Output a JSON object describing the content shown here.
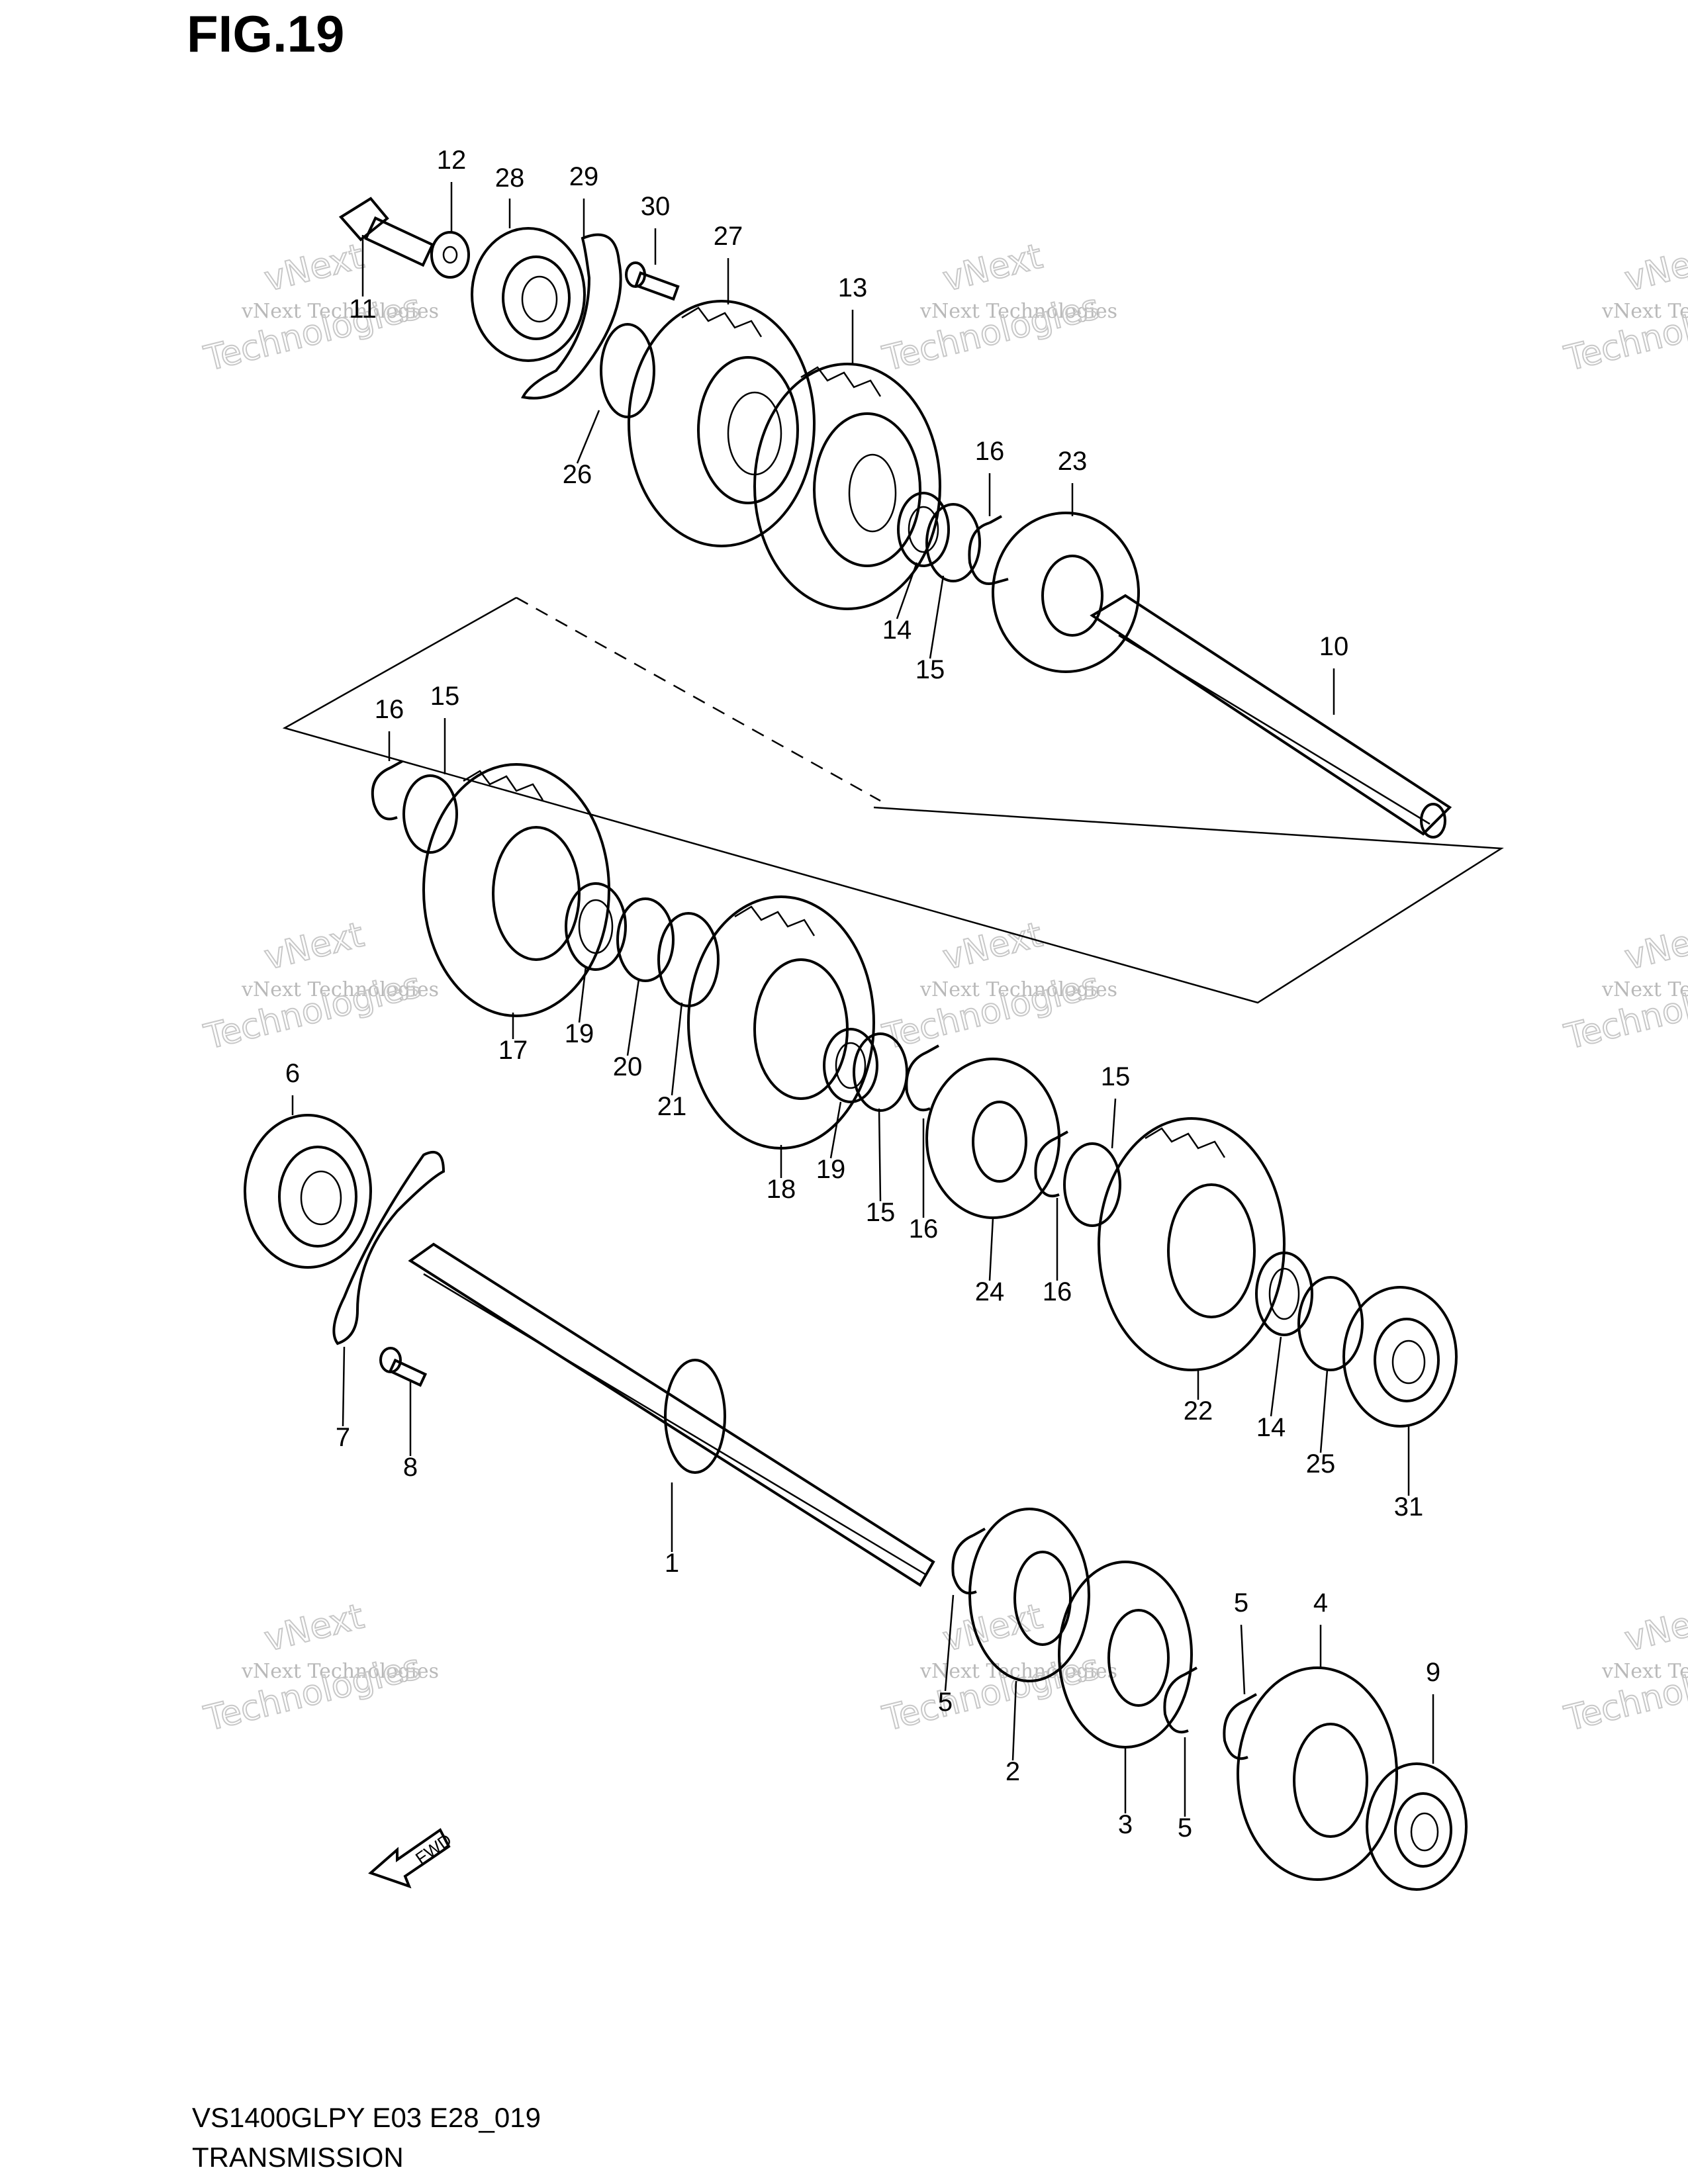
{
  "figure": {
    "title": "FIG.19",
    "model_code": "VS1400GLPY E03 E28_019",
    "section": "TRANSMISSION"
  },
  "fwd_label": "FWD",
  "watermark": {
    "line1": "vNext Technologies",
    "line2": "Technologies",
    "corner": "vNext"
  },
  "callouts": [
    {
      "id": "11"
    },
    {
      "id": "12"
    },
    {
      "id": "28"
    },
    {
      "id": "29"
    },
    {
      "id": "30"
    },
    {
      "id": "26"
    },
    {
      "id": "27"
    },
    {
      "id": "13"
    },
    {
      "id": "14"
    },
    {
      "id": "15"
    },
    {
      "id": "16"
    },
    {
      "id": "23"
    },
    {
      "id": "10"
    },
    {
      "id": "16"
    },
    {
      "id": "15"
    },
    {
      "id": "17"
    },
    {
      "id": "19"
    },
    {
      "id": "20"
    },
    {
      "id": "21"
    },
    {
      "id": "18"
    },
    {
      "id": "19"
    },
    {
      "id": "15"
    },
    {
      "id": "16"
    },
    {
      "id": "24"
    },
    {
      "id": "16"
    },
    {
      "id": "15"
    },
    {
      "id": "22"
    },
    {
      "id": "14"
    },
    {
      "id": "25"
    },
    {
      "id": "31"
    },
    {
      "id": "6"
    },
    {
      "id": "7"
    },
    {
      "id": "8"
    },
    {
      "id": "1"
    },
    {
      "id": "5"
    },
    {
      "id": "2"
    },
    {
      "id": "3"
    },
    {
      "id": "5"
    },
    {
      "id": "5"
    },
    {
      "id": "4"
    },
    {
      "id": "9"
    }
  ],
  "colors": {
    "line": "#000000",
    "watermark": "#bbbbbb",
    "background": "#ffffff"
  }
}
